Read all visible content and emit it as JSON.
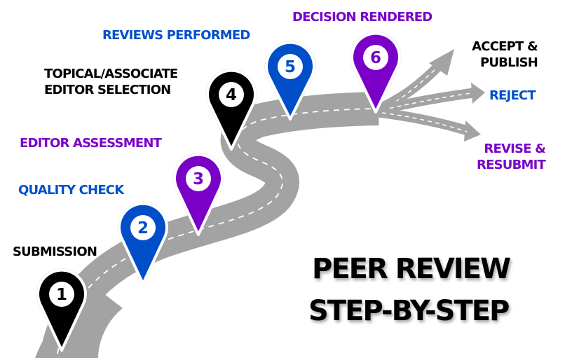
{
  "title": {
    "line1": "PEER REVIEW",
    "line2": "STEP-BY-STEP"
  },
  "colors": {
    "black": "#000000",
    "blue": "#0050C8",
    "purple": "#7A00C8",
    "road": "#A3A3A3",
    "lane_marking": "#FFFFFF"
  },
  "steps": [
    {
      "number": "1",
      "label": "SUBMISSION",
      "color": "black"
    },
    {
      "number": "2",
      "label": "QUALITY CHECK",
      "color": "blue"
    },
    {
      "number": "3",
      "label": "EDITOR ASSESSMENT",
      "color": "purple"
    },
    {
      "number": "4",
      "label_line1": "TOPICAL/ASSOCIATE",
      "label_line2": "EDITOR SELECTION",
      "color": "black"
    },
    {
      "number": "5",
      "label": "REVIEWS PERFORMED",
      "color": "blue"
    },
    {
      "number": "6",
      "label": "DECISION RENDERED",
      "color": "purple"
    }
  ],
  "outcomes": [
    {
      "line1": "ACCEPT &",
      "line2": "PUBLISH",
      "color": "black"
    },
    {
      "line1": "REJECT",
      "color": "blue"
    },
    {
      "line1": "REVISE &",
      "line2": "RESUBMIT",
      "color": "purple"
    }
  ]
}
